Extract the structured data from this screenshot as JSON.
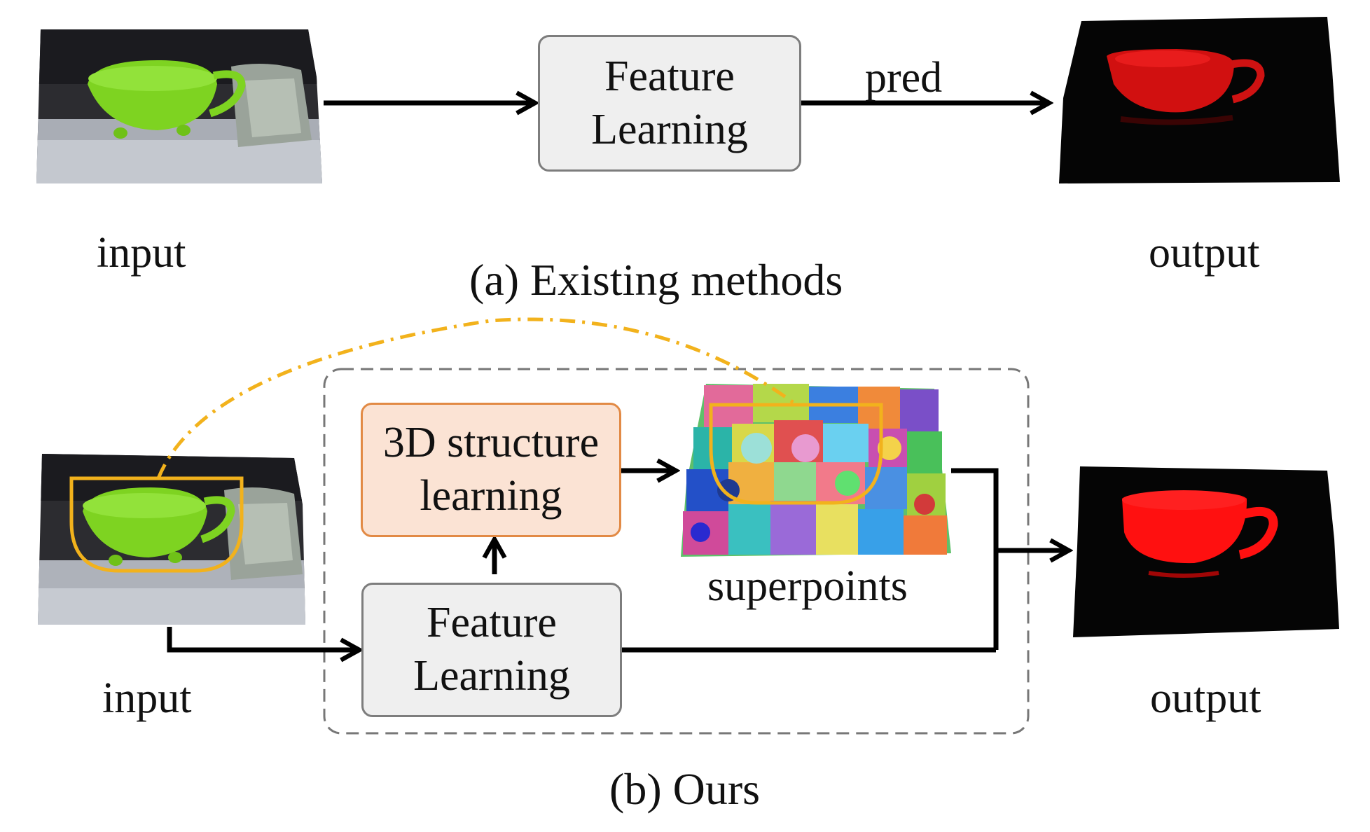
{
  "panel_a": {
    "input_label": "input",
    "output_label": "output",
    "feature_box": {
      "line1": "Feature",
      "line2": "Learning"
    },
    "arrow_label": "pred",
    "caption": "(a) Existing methods"
  },
  "panel_b": {
    "input_label": "input",
    "output_label": "output",
    "structure_box": {
      "line1": "3D structure",
      "line2": "learning"
    },
    "feature_box": {
      "line1": "Feature",
      "line2": "Learning"
    },
    "superpoints_label": "superpoints",
    "caption": "(b) Ours"
  },
  "colors": {
    "arrow": "#000000",
    "highlight": "#f2b21c",
    "cup_green": "#7ed321",
    "prediction_red": "#ff1010",
    "box_gray_fill": "#efefef",
    "box_gray_border": "#7d7d7d",
    "box_orange_fill": "#fbe3d4",
    "box_orange_border": "#e28a45",
    "dashed_border": "#777777"
  }
}
